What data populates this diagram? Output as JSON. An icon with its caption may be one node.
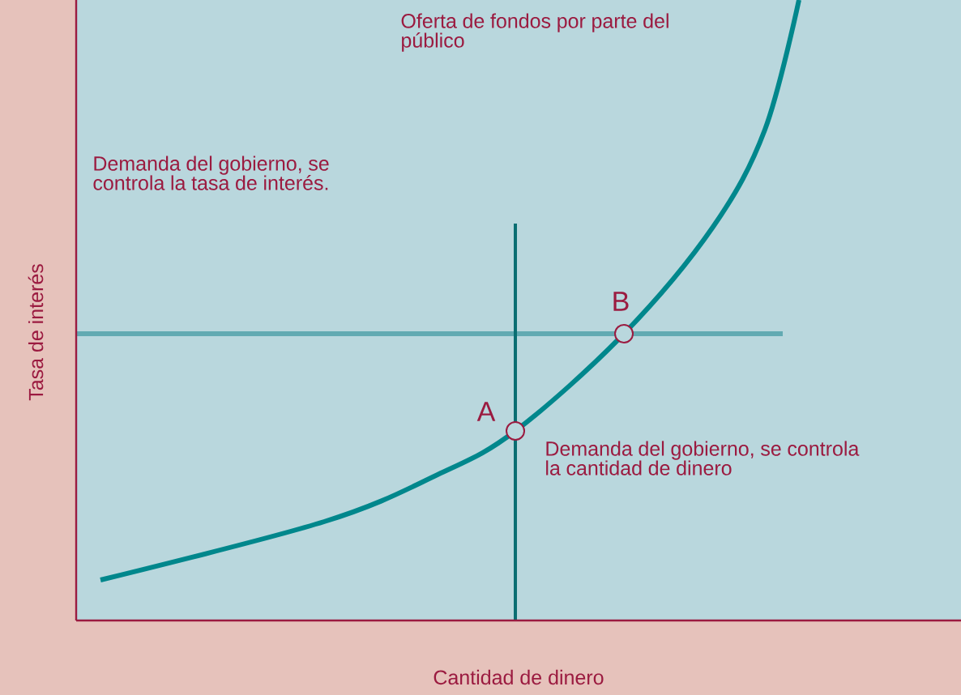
{
  "diagram": {
    "labels": [
      "Oferta de fondos por parte del público",
      "Demanda del gobierno, se controla la tasa de interés.",
      "B",
      "A",
      "Demanda del gobierno, se controla la cantidad de dinero",
      "Tasa de interés",
      "Cantidad de dinero"
    ]
  }
}
